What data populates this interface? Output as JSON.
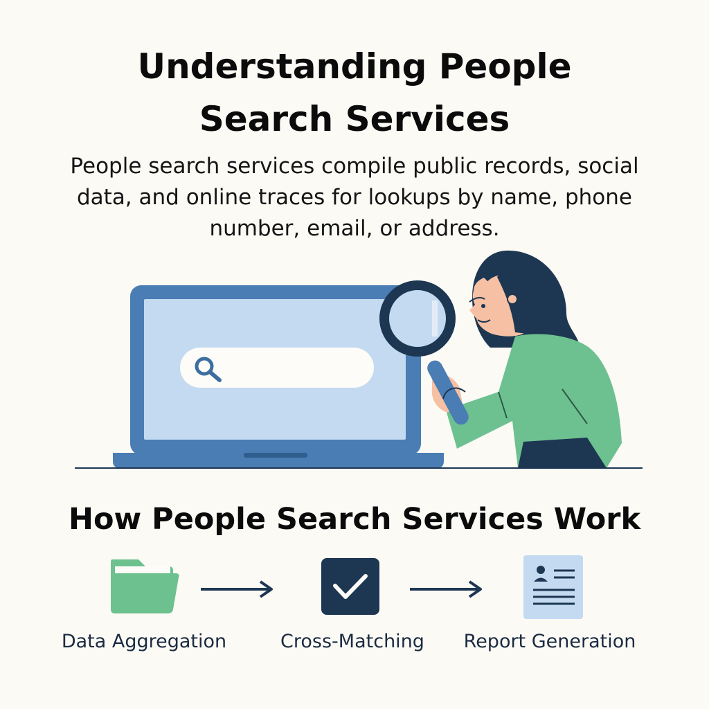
{
  "header": {
    "title_line1": "Understanding People",
    "title_line2": "Search Services",
    "description": "People search services compile public records, social data, and online traces for lookups by name, phone number, email, or address."
  },
  "process": {
    "heading": "How People Search Services Work",
    "steps": [
      {
        "label": "Data Aggregation",
        "icon": "folder-icon"
      },
      {
        "label": "Cross-Matching",
        "icon": "checkmark-icon"
      },
      {
        "label": "Report Generation",
        "icon": "profile-report-icon"
      }
    ]
  },
  "colors": {
    "background": "#fcfaf5",
    "laptop_blue": "#4a7db3",
    "screen_blue": "#c3daf1",
    "sweater_green": "#6dc190",
    "folder_green": "#6cc18f",
    "navy": "#1d3651",
    "report_blue": "#c3daf1",
    "text_dark": "#0b0b0b"
  }
}
